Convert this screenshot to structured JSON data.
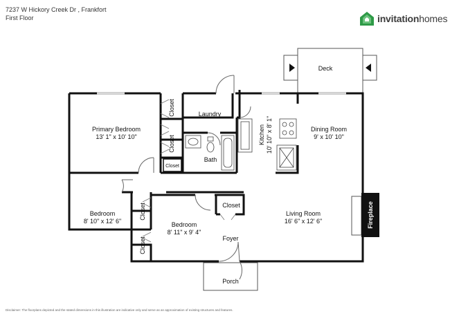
{
  "header": {
    "address": "7237 W Hickory Creek Dr , Frankfort",
    "floor": "First Floor"
  },
  "logo": {
    "brand_bold": "invitation",
    "brand_light": "homes",
    "color_green": "#2e9a47",
    "color_dark": "#3c3c3c"
  },
  "rooms": {
    "deck": "Deck",
    "laundry": "Laundry",
    "primary_bedroom": "Primary Bedroom",
    "primary_bedroom_dim": "13' 1\" x 10' 10\"",
    "closet": "Closet",
    "bath": "Bath",
    "kitchen": "Kitchen",
    "kitchen_dim": "10' 10\" x 8' 1\"",
    "dining_room": "Dining Room",
    "dining_room_dim": "9' x 10' 10\"",
    "bedroom": "Bedroom",
    "bedroom1_dim": "8' 10\" x 12' 6\"",
    "bedroom2_dim": "8' 11\" x 9' 4\"",
    "living_room": "Living Room",
    "living_room_dim": "16' 6\" x 12' 6\"",
    "fireplace": "Fireplace",
    "foyer": "Foyer",
    "porch": "Porch"
  },
  "disclaimer": "Disclaimer: The floorplans depicted and the stated dimensions in this illustration are indicative only and serve as an approximation of existing structures and features."
}
